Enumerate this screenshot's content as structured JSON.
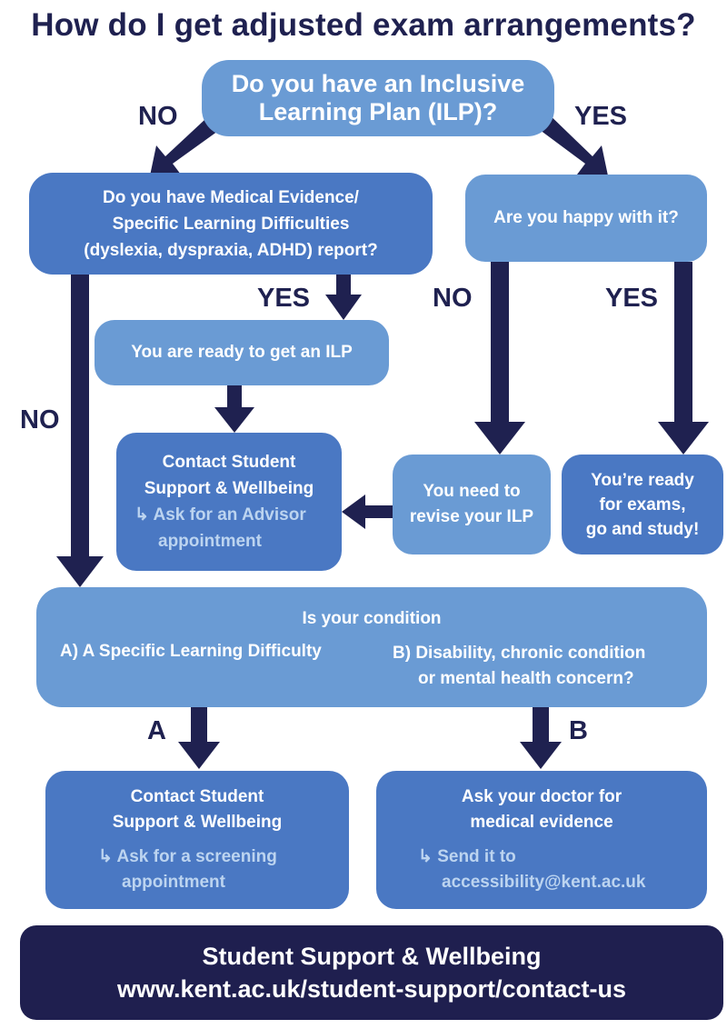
{
  "title": "How do I get adjusted exam arrangements?",
  "nodes": {
    "ilp_question": {
      "line1": "Do you have an Inclusive",
      "line2": "Learning Plan (ILP)?"
    },
    "medical_evidence": {
      "line1": "Do you have Medical Evidence/",
      "line2": "Specific Learning Difficulties",
      "line3": "(dyslexia, dyspraxia, ADHD) report?"
    },
    "happy_question": {
      "text": "Are you happy with it?"
    },
    "ready_ilp": {
      "text": "You are ready to get an ILP"
    },
    "contact_advisor": {
      "line1": "Contact Student",
      "line2": "Support & Wellbeing",
      "line3": "↳ Ask for an Advisor",
      "line4": "appointment"
    },
    "revise_ilp": {
      "line1": "You need to",
      "line2": "revise your ILP"
    },
    "ready_exams": {
      "line1": "You’re ready",
      "line2": "for exams,",
      "line3": "go and study!"
    },
    "condition": {
      "heading": "Is your condition",
      "option_a": "A) A Specific Learning Difficulty",
      "option_b1": "B) Disability, chronic condition",
      "option_b2": "or mental health concern?"
    },
    "contact_screening": {
      "line1": "Contact Student",
      "line2": "Support & Wellbeing",
      "line3": "↳ Ask for a screening",
      "line4": "appointment"
    },
    "doctor": {
      "line1": "Ask your doctor for",
      "line2": "medical evidence",
      "line3": "↳ Send it to",
      "line4": "accessibility@kent.ac.uk"
    }
  },
  "labels": {
    "no_left": "NO",
    "yes_right": "YES",
    "yes_ilp": "YES",
    "no_mid": "NO",
    "yes_mid": "YES",
    "no_far": "NO",
    "a": "A",
    "b": "B"
  },
  "footer": {
    "line1": "Student Support & Wellbeing",
    "line2": "www.kent.ac.uk/student-support/contact-us"
  },
  "colors": {
    "navy": "#1f2150",
    "light_box": "#6a9bd4",
    "mid_box": "#4a78c3",
    "dark_box": "#4262ab",
    "footer": "#1f1f4f"
  }
}
